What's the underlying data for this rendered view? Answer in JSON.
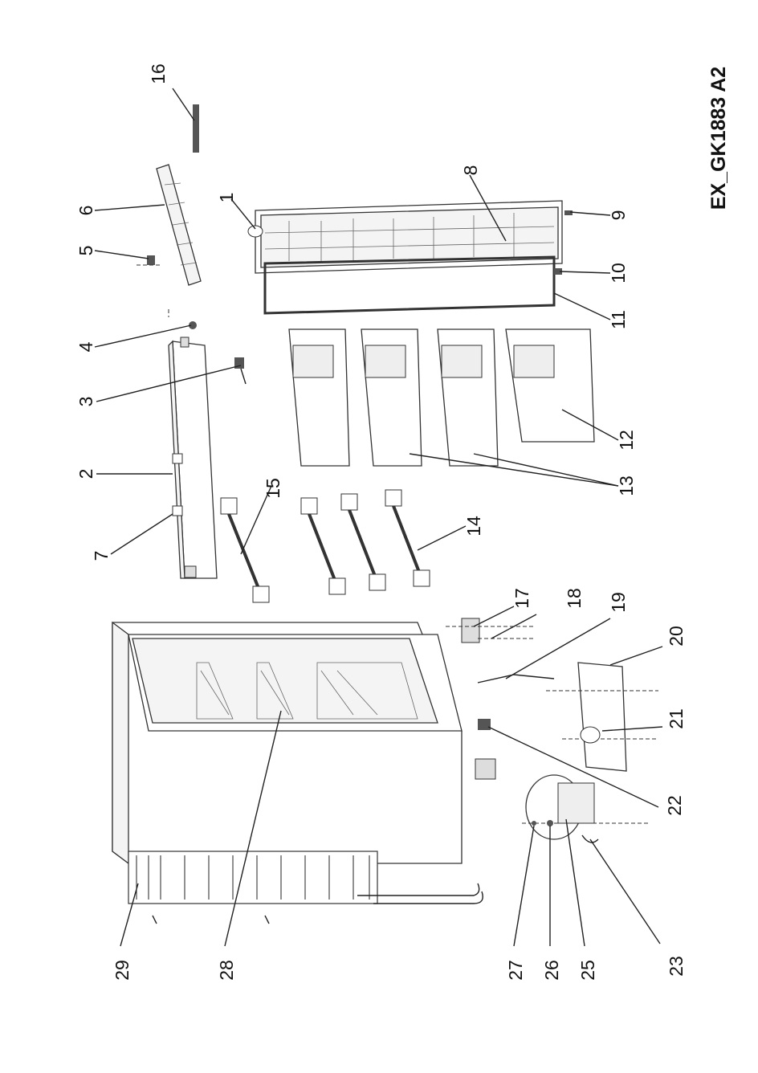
{
  "document_code": "EX_GK1883 A2",
  "callouts": [
    "1",
    "2",
    "3",
    "4",
    "5",
    "6",
    "7",
    "8",
    "9",
    "10",
    "11",
    "12",
    "13",
    "14",
    "15",
    "16",
    "17",
    "18",
    "19",
    "20",
    "21",
    "22",
    "23",
    "25",
    "26",
    "27",
    "28",
    "29"
  ]
}
